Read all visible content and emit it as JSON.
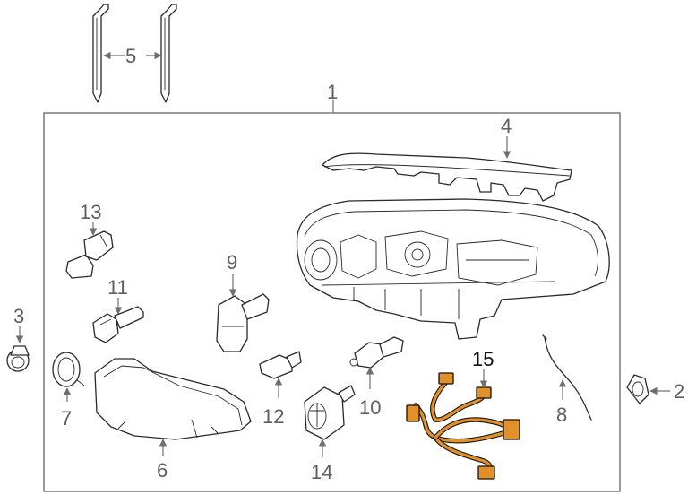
{
  "diagram": {
    "callouts": {
      "c1": "1",
      "c2": "2",
      "c3": "3",
      "c4": "4",
      "c5": "5",
      "c6": "6",
      "c7": "7",
      "c8": "8",
      "c9": "9",
      "c10": "10",
      "c11": "11",
      "c12": "12",
      "c13": "13",
      "c14": "14",
      "c15": "15"
    },
    "highlight_part": "15",
    "colors": {
      "line": "#2a2a2a",
      "leader": "#6f6f6f",
      "label": "#5e5e5e",
      "highlight": "#e2902a",
      "highlight_outline": "#111111",
      "background": "#ffffff"
    }
  }
}
